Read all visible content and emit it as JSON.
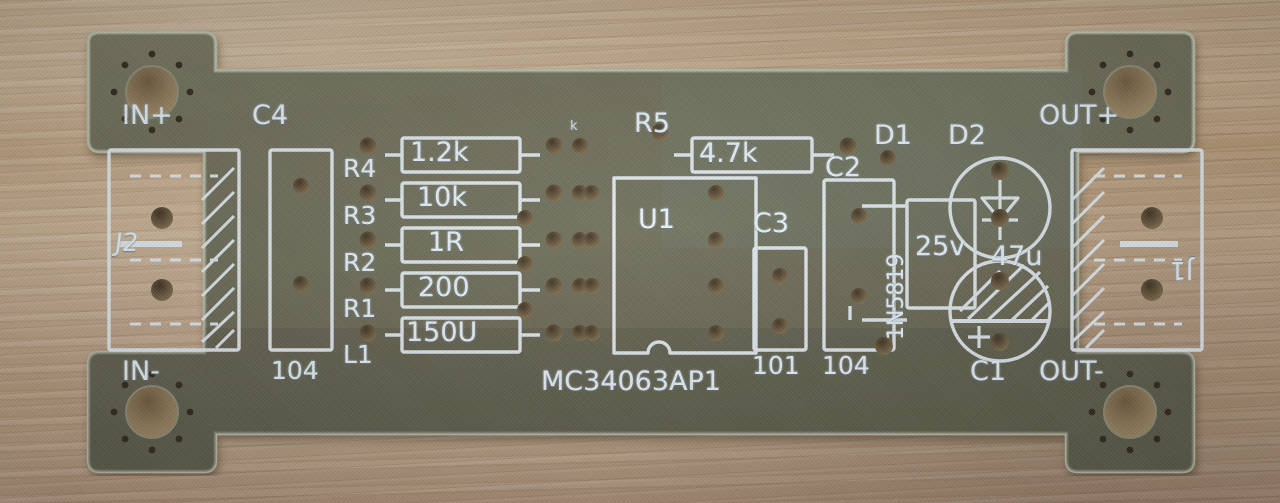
{
  "scene": {
    "subject": "pcb-board",
    "background": "wood-surface",
    "board_color": "#6d6a57",
    "silkscreen_color": "#e9f2f8",
    "wood_color": "#bda287",
    "hole_color": "#8a7a60"
  },
  "board": {
    "main_ic_part_number": "MC34063AP1",
    "stray_marking": "k"
  },
  "connectors": [
    {
      "ref": "J2",
      "side": "left",
      "label_top": "IN+",
      "label_bottom": "IN-",
      "designator": "J2"
    },
    {
      "ref": "J1",
      "side": "right",
      "label_top": "OUT+",
      "label_bottom": "OUT-",
      "designator": "J1"
    }
  ],
  "components": [
    {
      "ref": "C4",
      "label": "C4",
      "value": "104"
    },
    {
      "ref": "R4",
      "label": "R4",
      "value": "1.2k"
    },
    {
      "ref": "R3",
      "label": "R3",
      "value": "10k"
    },
    {
      "ref": "R2",
      "label": "R2",
      "value": "1R"
    },
    {
      "ref": "R1",
      "label": "R1",
      "value": "200"
    },
    {
      "ref": "L1",
      "label": "L1",
      "value": "150U"
    },
    {
      "ref": "R5",
      "label": "R5",
      "value": "4.7k"
    },
    {
      "ref": "U1",
      "label": "U1",
      "value": "MC34063AP1"
    },
    {
      "ref": "C3",
      "label": "C3",
      "value": "101"
    },
    {
      "ref": "C2",
      "label": "C2",
      "value": "104"
    },
    {
      "ref": "D1",
      "label": "D1",
      "value": "1N5819"
    },
    {
      "ref": "D2",
      "label": "D2",
      "value": ""
    },
    {
      "ref": "C1",
      "label": "C1",
      "value": "25v 47u"
    }
  ],
  "extra_markings": {
    "diode_part": "1N5819",
    "cap_voltage": "25v",
    "cap_capacity": "47u",
    "ic_marking": "MC34063AP1",
    "floating_k": "k"
  },
  "mounting_holes": [
    {
      "position": "top-left"
    },
    {
      "position": "bottom-left"
    },
    {
      "position": "top-right"
    },
    {
      "position": "bottom-right"
    }
  ]
}
